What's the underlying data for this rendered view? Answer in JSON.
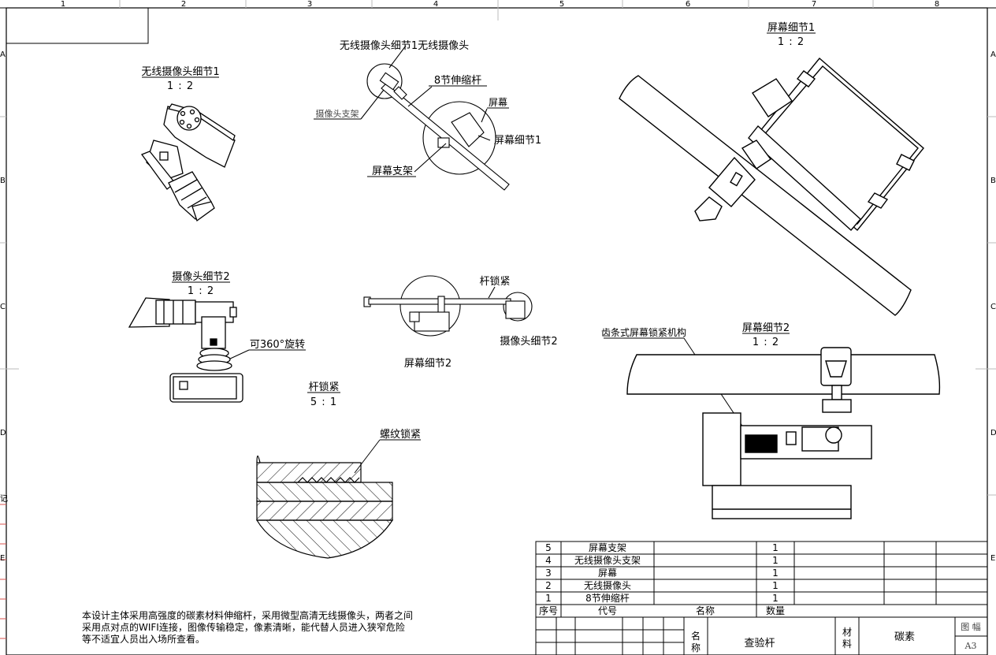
{
  "border": {
    "col_labels": [
      "1",
      "2",
      "3",
      "4",
      "5",
      "6",
      "7",
      "8"
    ],
    "row_labels": [
      "A",
      "B",
      "C",
      "D",
      "E"
    ],
    "side_mark": "记"
  },
  "views": {
    "overview": {
      "title": "无线摄像头细节1无线摄像头",
      "rod_label": "8节伸缩杆",
      "screen_label": "屏幕",
      "screen_detail_label": "屏幕细节1",
      "screen_bracket_label": "屏幕支架",
      "camera_bracket_label": "摄像头支架"
    },
    "camera_detail_1": {
      "title": "无线摄像头细节1",
      "scale": "1 : 2"
    },
    "screen_detail_1": {
      "title": "屏幕细节1",
      "scale": "1 : 2"
    },
    "camera_detail_2": {
      "title": "摄像头细节2",
      "scale": "1 : 2",
      "rotate_label": "可360°旋转"
    },
    "side_view": {
      "lock_label": "杆锁紧",
      "camera_label": "摄像头细节2",
      "screen_label": "屏幕细节2"
    },
    "rod_lock": {
      "title": "杆锁紧",
      "scale": "5 : 1",
      "thread_label": "螺纹锁紧"
    },
    "screen_detail_2": {
      "title": "屏幕细节2",
      "scale": "1 : 2",
      "rack_label": "齿条式屏幕锁紧机构"
    }
  },
  "bom": {
    "rows": [
      {
        "no": "5",
        "code": "屏幕支架",
        "qty": "1"
      },
      {
        "no": "4",
        "code": "无线摄像头支架",
        "qty": "1"
      },
      {
        "no": "3",
        "code": "屏幕",
        "qty": "1"
      },
      {
        "no": "2",
        "code": "无线摄像头",
        "qty": "1"
      },
      {
        "no": "1",
        "code": "8节伸缩杆",
        "qty": "1"
      }
    ],
    "header": {
      "no": "序号",
      "code": "代号",
      "name": "名称",
      "qty": "数量"
    }
  },
  "title_block": {
    "name_label_1": "名",
    "name_label_2": "称",
    "name_value": "查验杆",
    "material_label_1": "材",
    "material_label_2": "料",
    "material_value": "碳素",
    "sheet_label": "图  幅",
    "sheet_value": "A3"
  },
  "description": "本设计主体采用高强度的碳素材料伸缩杆，采用微型高清无线摄像头，两者之间采用点对点的WIFI连接，图像传输稳定，像素清晰，能代替人员进入狭窄危险等不适宜人员出入场所查看。"
}
